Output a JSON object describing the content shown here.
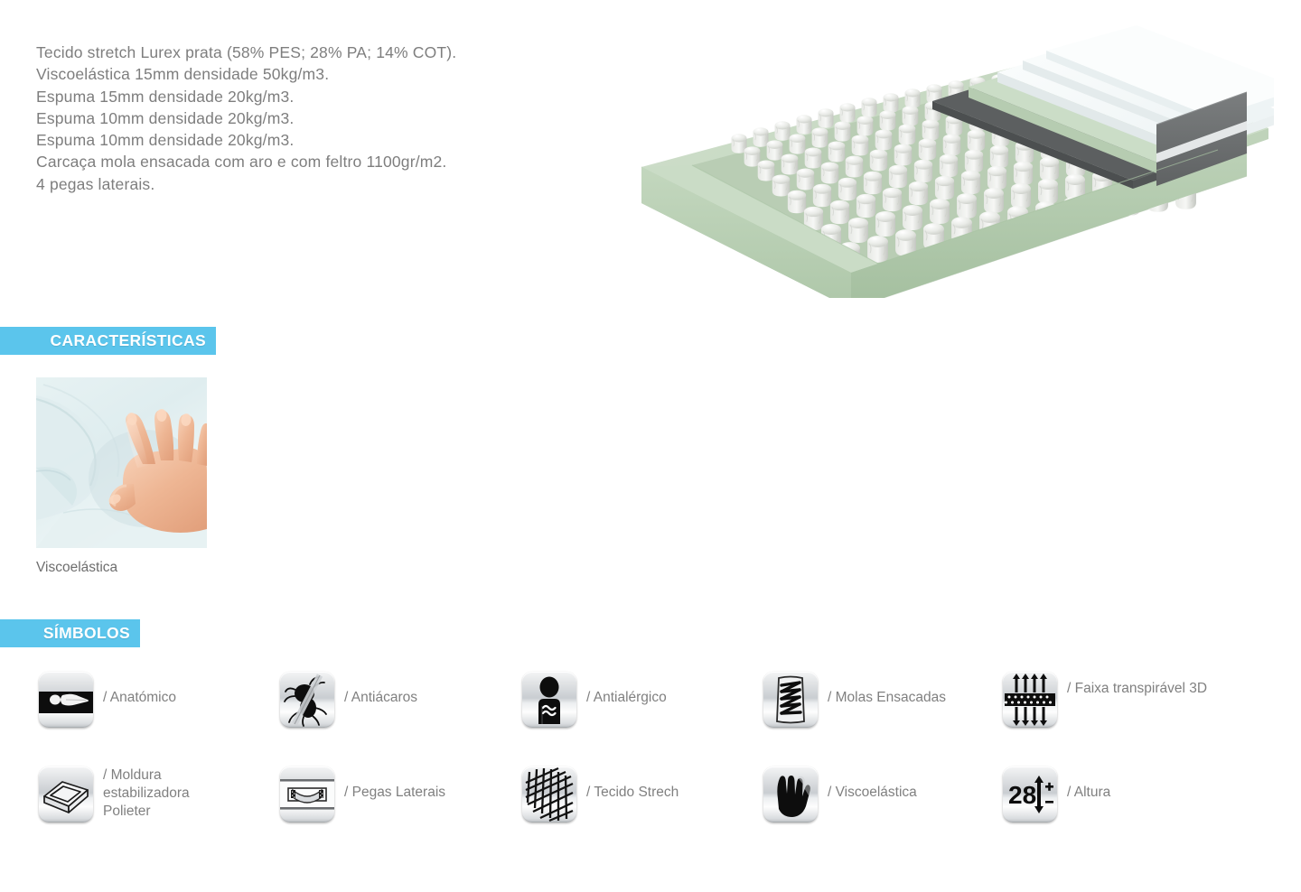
{
  "spec": {
    "lines": [
      "Tecido stretch Lurex prata (58% PES; 28% PA; 14% COT).",
      "Viscoelástica 15mm densidade 50kg/m3.",
      "Espuma 15mm densidade 20kg/m3.",
      "Espuma 10mm densidade 20kg/m3.",
      "Espuma 10mm densidade 20kg/m3.",
      "Carcaça mola ensacada com aro e com feltro 1100gr/m2.",
      "4 pegas laterais."
    ]
  },
  "illustration": {
    "name": "mattress-cutaway-diagram",
    "layers": [
      "Tecido stretch Lurex prata",
      "Viscoelástica 15mm",
      "Espuma 15mm",
      "Espuma 10mm",
      "Espuma 10mm",
      "Feltro 1100gr/m2",
      "Carcaça mola ensacada com aro"
    ],
    "colors": {
      "foam_green": "#c6d8c2",
      "foam_green_dark": "#a8c1a3",
      "foam_white": "#f3f7f8",
      "felt_gray": "#5c5f60",
      "side_panel": "#6c6f70",
      "side_stripe": "#e8eaeb",
      "spring": "#e3e5e2"
    }
  },
  "sections": {
    "caracteristicas": {
      "title": "CARACTERÍSTICAS"
    },
    "simbolos": {
      "title": "SÍMBOLOS"
    }
  },
  "features": [
    {
      "caption": "Viscoelástica",
      "image_name": "hand-pressing-memory-foam-photo"
    }
  ],
  "symbols": [
    {
      "icon": "anatomic-body-icon",
      "label": "/ Anatómico",
      "lines": 1
    },
    {
      "icon": "anti-dust-mite-icon",
      "label": "/ Antiácaros",
      "lines": 1
    },
    {
      "icon": "anti-allergic-person-icon",
      "label": "/ Antialérgico",
      "lines": 1
    },
    {
      "icon": "pocket-springs-icon",
      "label": "/ Molas Ensacadas",
      "lines": 1
    },
    {
      "icon": "breathable-band-3d-icon",
      "label": "/ Faixa transpirável 3D",
      "lines": 2
    },
    {
      "icon": "polyether-frame-icon",
      "label": "/ Moldura estabilizadora Polieter",
      "lines": 3
    },
    {
      "icon": "side-handles-icon",
      "label": "/ Pegas Laterais",
      "lines": 1
    },
    {
      "icon": "stretch-fabric-mesh-icon",
      "label": "/ Tecido Strech",
      "lines": 1
    },
    {
      "icon": "viscoelastic-hand-icon",
      "label": "/ Viscoelástica",
      "lines": 1
    },
    {
      "icon": "height-28-icon",
      "label": "/ Altura",
      "lines": 1,
      "value": "28"
    }
  ],
  "theme": {
    "accent_blue": "#5bc5ec",
    "text_gray": "#7e7e7e",
    "label_gray": "#808080",
    "background": "#ffffff"
  }
}
